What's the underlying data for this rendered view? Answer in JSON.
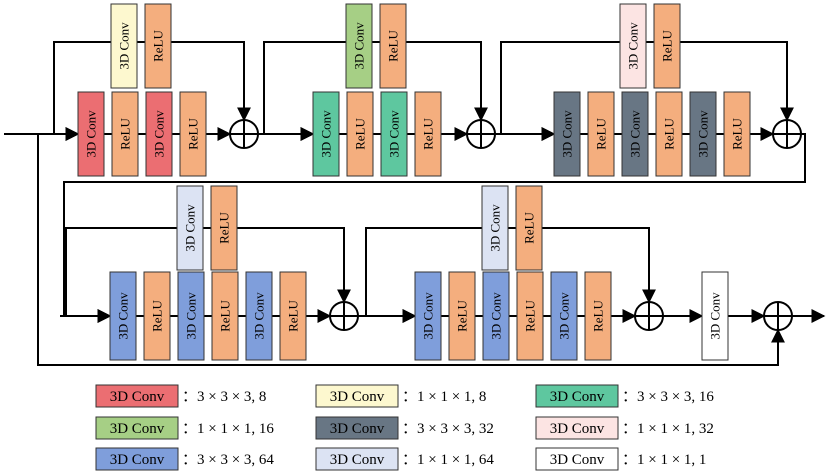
{
  "colors": {
    "red": "#EB6E72",
    "yellow": "#FDF8CF",
    "green": "#A6CF85",
    "teal": "#5EC79F",
    "gray": "#687684",
    "pink": "#FCE4E3",
    "blue": "#7F9EDB",
    "lightblue": "#DCE3F3",
    "white": "#FFFFFF",
    "relu": "#F4AE7E",
    "line": "#000000"
  },
  "labels": {
    "conv": "3D Conv",
    "relu": "ReLU"
  },
  "legend": [
    {
      "color": "red",
      "label": "3D Conv",
      "spec": "：3 × 3 × 3,  8"
    },
    {
      "color": "yellow",
      "label": "3D Conv",
      "spec": "：1 × 1 × 1,  8"
    },
    {
      "color": "teal",
      "label": "3D Conv",
      "spec": "：3 × 3 × 3,  16"
    },
    {
      "color": "green",
      "label": "3D Conv",
      "spec": "：1 × 1 × 1,  16"
    },
    {
      "color": "gray",
      "label": "3D Conv",
      "spec": "：3 × 3 × 3,  32"
    },
    {
      "color": "pink",
      "label": "3D Conv",
      "spec": "：1 × 1 × 1,  32"
    },
    {
      "color": "blue",
      "label": "3D Conv",
      "spec": "：3 × 3 × 3,  64"
    },
    {
      "color": "lightblue",
      "label": "3D Conv",
      "spec": "：1 × 1 × 1,  64"
    },
    {
      "color": "white",
      "label": "3D Conv",
      "spec": "：1 × 1 × 1,  1"
    }
  ],
  "residual_blocks": [
    {
      "main": [
        "red",
        "relu",
        "red",
        "relu"
      ],
      "skip": "yellow"
    },
    {
      "main": [
        "teal",
        "relu",
        "teal",
        "relu"
      ],
      "skip": "green"
    },
    {
      "main": [
        "gray",
        "relu",
        "gray",
        "relu",
        "gray",
        "relu"
      ],
      "skip": "pink"
    },
    {
      "main": [
        "blue",
        "relu",
        "blue",
        "relu",
        "blue",
        "relu"
      ],
      "skip": "lightblue"
    },
    {
      "main": [
        "blue",
        "relu",
        "blue",
        "relu",
        "blue",
        "relu"
      ],
      "skip": "lightblue"
    }
  ],
  "final_conv": "white"
}
